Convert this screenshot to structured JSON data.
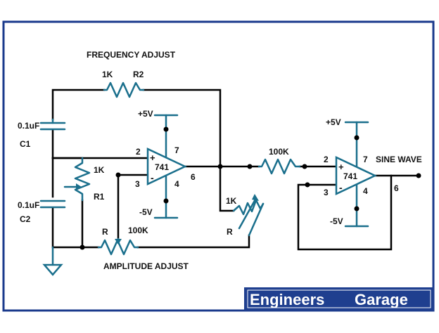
{
  "labels": {
    "frequency_adjust": "FREQUENCY ADJUST",
    "r2_value": "1K",
    "r2_name": "R2",
    "c1_value": "0.1uF",
    "c1_name": "C1",
    "c2_value": "0.1uF",
    "c2_name": "C2",
    "r1_value": "1K",
    "r1_name": "R1",
    "pot_name": "R",
    "pot_value": "100K",
    "amplitude_adjust": "AMPLITUDE ADJUST",
    "rvar_value": "1K",
    "rvar_name": "R",
    "r_series_value": "100K",
    "sine_wave": "SINE WAVE"
  },
  "opamp1": {
    "name": "741",
    "vplus": "+5V",
    "vminus": "-5V",
    "pin2": "2",
    "pin3": "3",
    "pin4": "4",
    "pin6": "6",
    "pin7": "7",
    "plus_sign": "+",
    "minus_sign": "-"
  },
  "opamp2": {
    "name": "741",
    "vplus": "+5V",
    "vminus": "-5V",
    "pin2": "2",
    "pin3": "3",
    "pin4": "4",
    "pin6": "6",
    "pin7": "7",
    "plus_sign": "+",
    "minus_sign": "-"
  },
  "logo": {
    "part1": "Engineers",
    "part2": "Garage"
  },
  "colors": {
    "component": "#1a6f8c",
    "wire": "#000000",
    "border": "#1a3a8c",
    "logo_bg": "#1f3f8f",
    "logo_text": "#ffffff"
  }
}
